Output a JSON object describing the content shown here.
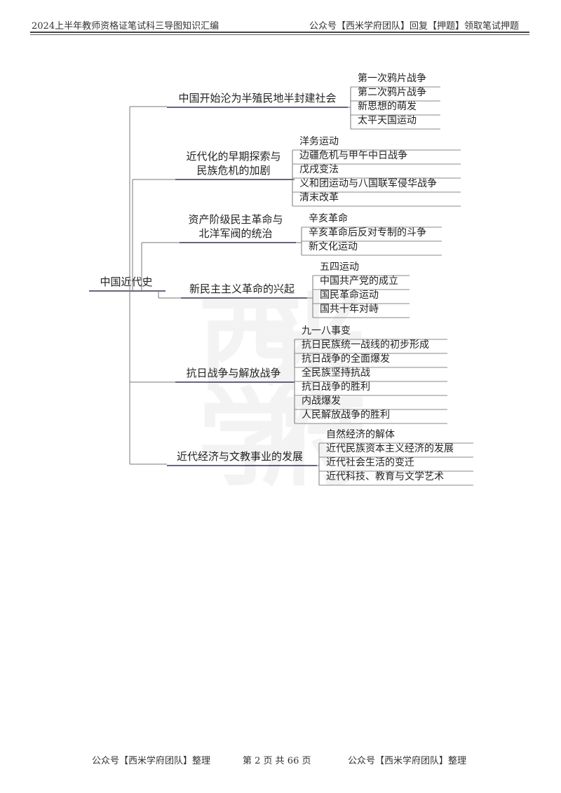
{
  "header": {
    "left": "2024上半年教师资格证笔试科三导图知识汇编",
    "right": "公众号【西米学府团队】回复【押题】领取笔试押题"
  },
  "footer": {
    "left": "公众号【西米学府团队】整理",
    "page": "第 2 页 共 66 页",
    "right": "公众号【西米学府团队】整理"
  },
  "watermark": [
    "西",
    "米",
    "学",
    "府"
  ],
  "diagram": {
    "root": "中国近代史",
    "branches": [
      {
        "label": [
          "中国开始沦为半殖民地半封建社会"
        ],
        "items": [
          "第一次鸦片战争",
          "第二次鸦片战争",
          "新思想的萌发",
          "太平天国运动"
        ]
      },
      {
        "label": [
          "近代化的早期探索与",
          "民族危机的加剧"
        ],
        "items": [
          "洋务运动",
          "边疆危机与甲午中日战争",
          "戊戌变法",
          "义和团运动与八国联军侵华战争",
          "清末改革"
        ]
      },
      {
        "label": [
          "资产阶级民主革命与",
          "北洋军阀的统治"
        ],
        "items": [
          "辛亥革命",
          "辛亥革命后反对专制的斗争",
          "新文化运动"
        ]
      },
      {
        "label": [
          "新民主主义革命的兴起"
        ],
        "items": [
          "五四运动",
          "中国共产党的成立",
          "国民革命运动",
          "国共十年对峙"
        ]
      },
      {
        "label": [
          "抗日战争与解放战争"
        ],
        "items": [
          "九一八事变",
          "抗日民族统一战线的初步形成",
          "抗日战争的全面爆发",
          "全民族坚持抗战",
          "抗日战争的胜利",
          "内战爆发",
          "人民解放战争的胜利"
        ]
      },
      {
        "label": [
          "近代经济与文教事业的发展"
        ],
        "items": [
          "自然经济的解体",
          "近代民族资本主义经济的发展",
          "近代社会生活的变迁",
          "近代科技、教育与文学艺术"
        ]
      }
    ]
  }
}
